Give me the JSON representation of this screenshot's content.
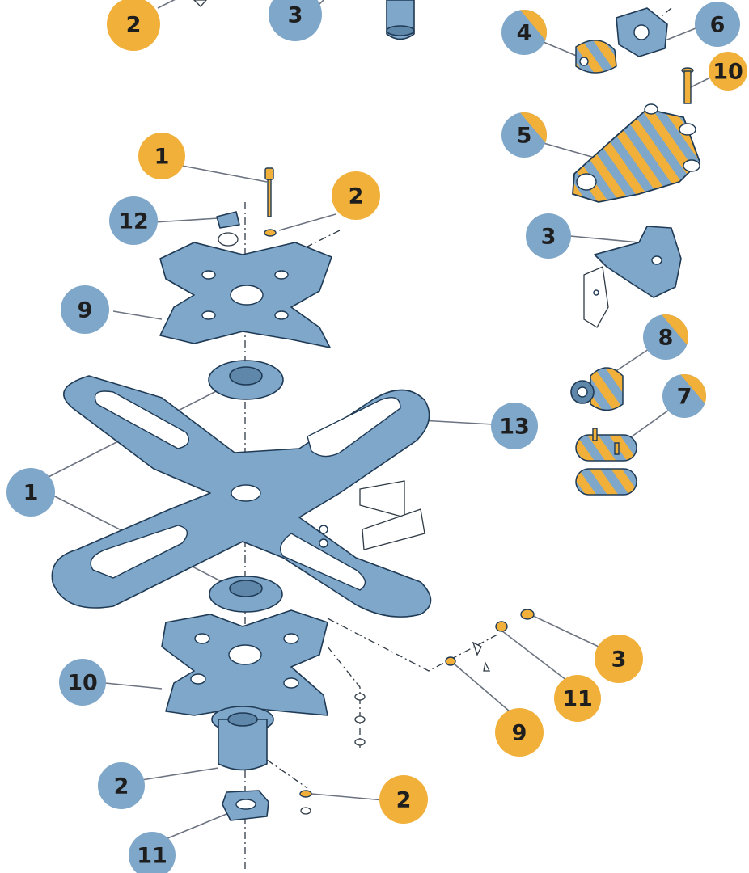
{
  "colors": {
    "badge_orange": "#f0b03a",
    "badge_blue": "#7fa7c9",
    "part_blue": "#7fa7c9",
    "outline": "#1f3a55"
  },
  "callouts": [
    {
      "id": "c-2-top-left",
      "label": "2",
      "style": "orange"
    },
    {
      "id": "c-3-top",
      "label": "3",
      "style": "blue"
    },
    {
      "id": "c-4",
      "label": "4",
      "style": "split"
    },
    {
      "id": "c-6",
      "label": "6",
      "style": "blue"
    },
    {
      "id": "c-10-top",
      "label": "10",
      "style": "orange"
    },
    {
      "id": "c-5",
      "label": "5",
      "style": "split"
    },
    {
      "id": "c-1-upper",
      "label": "1",
      "style": "orange"
    },
    {
      "id": "c-2-upper",
      "label": "2",
      "style": "orange"
    },
    {
      "id": "c-12",
      "label": "12",
      "style": "blue"
    },
    {
      "id": "c-3-right",
      "label": "3",
      "style": "blue"
    },
    {
      "id": "c-9-left",
      "label": "9",
      "style": "blue"
    },
    {
      "id": "c-8",
      "label": "8",
      "style": "split"
    },
    {
      "id": "c-7",
      "label": "7",
      "style": "split"
    },
    {
      "id": "c-13",
      "label": "13",
      "style": "blue"
    },
    {
      "id": "c-1-left",
      "label": "1",
      "style": "blue"
    },
    {
      "id": "c-3-lower-right",
      "label": "3",
      "style": "orange"
    },
    {
      "id": "c-10-left",
      "label": "10",
      "style": "blue"
    },
    {
      "id": "c-11-right",
      "label": "11",
      "style": "orange"
    },
    {
      "id": "c-9-lower",
      "label": "9",
      "style": "orange"
    },
    {
      "id": "c-2-lower-left",
      "label": "2",
      "style": "blue"
    },
    {
      "id": "c-2-lower-right",
      "label": "2",
      "style": "orange"
    },
    {
      "id": "c-11-bottom",
      "label": "11",
      "style": "blue"
    }
  ]
}
